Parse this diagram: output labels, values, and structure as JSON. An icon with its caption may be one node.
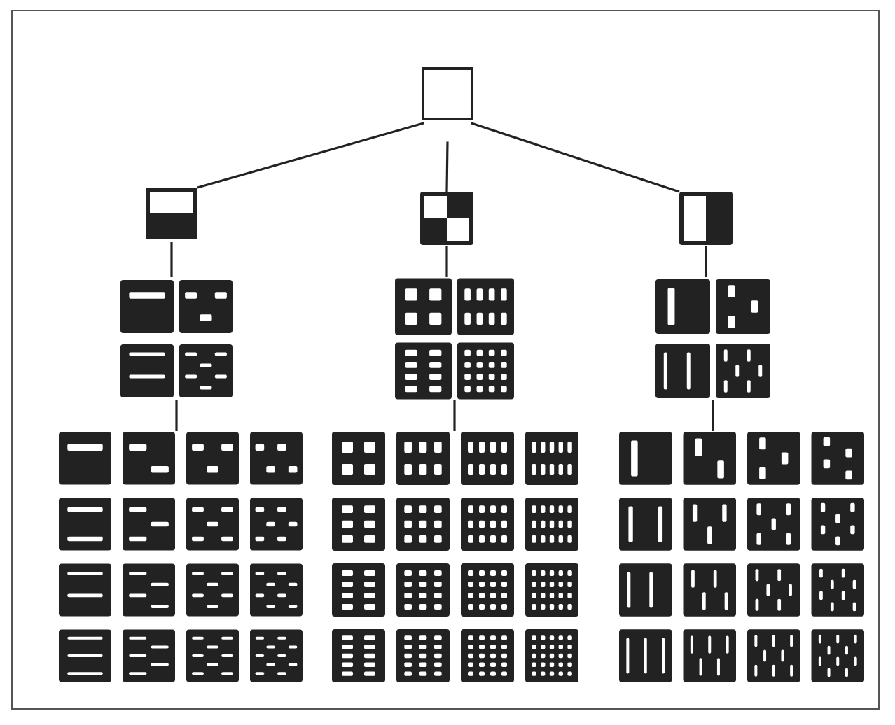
{
  "diagram": {
    "nodes": [
      {
        "text": [],
        "shape": "box"
      },
      {
        "text": [],
        "shape": "picture"
      },
      {
        "text": [],
        "shape": "picture"
      },
      {
        "text": [],
        "shape": "picture"
      },
      {
        "text": [],
        "shape": "picture"
      },
      {
        "text": [],
        "shape": "picture"
      },
      {
        "text": [],
        "shape": "picture"
      },
      {
        "text": [],
        "shape": "picture"
      },
      {
        "text": [],
        "shape": "picture"
      },
      {
        "text": [],
        "shape": "picture"
      }
    ],
    "edges": [
      {
        "from": 0,
        "to": 1,
        "arrow": "none"
      },
      {
        "from": 0,
        "to": 2,
        "arrow": "none"
      },
      {
        "from": 0,
        "to": 3,
        "arrow": "none"
      },
      {
        "from": 1,
        "to": 4,
        "arrow": "none"
      },
      {
        "from": 2,
        "to": 5,
        "arrow": "none"
      },
      {
        "from": 3,
        "to": 6,
        "arrow": "none"
      },
      {
        "from": 4,
        "to": 7,
        "arrow": "none"
      },
      {
        "from": 5,
        "to": 8,
        "arrow": "none"
      },
      {
        "from": 6,
        "to": 9,
        "arrow": "none"
      }
    ]
  }
}
